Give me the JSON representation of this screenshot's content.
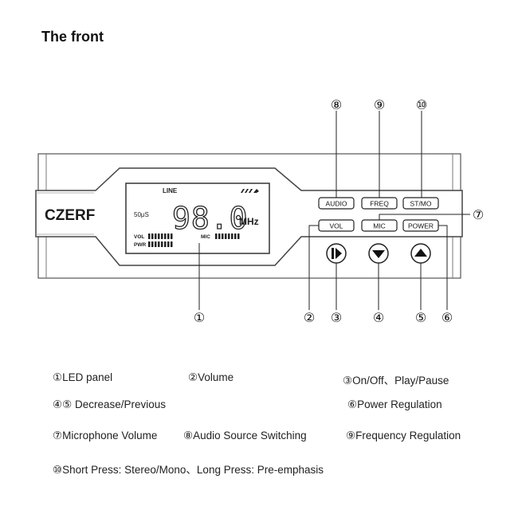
{
  "heading": "The front",
  "device": {
    "brand": "CZERF",
    "display": {
      "line_label": "LINE",
      "deemphasis_label": "50μS",
      "frequency": "98.0",
      "unit": "MHz",
      "vol_label": "VOL",
      "pwr_label": "PWR",
      "mic_label": "MIC"
    },
    "buttons": {
      "audio": "AUDIO",
      "freq": "FREQ",
      "stmo": "ST/MO",
      "vol": "VOL",
      "mic": "MIC",
      "power": "POWER"
    }
  },
  "callouts": [
    "①",
    "②",
    "③",
    "④",
    "⑤",
    "⑥",
    "⑦",
    "⑧",
    "⑨",
    "⑩"
  ],
  "legend": {
    "led_panel": "①LED panel",
    "volume": "②Volume",
    "onoff": "③On/Off、Play/Pause",
    "decrease": "④⑤  Decrease/Previous",
    "power_reg": "⑥Power Regulation",
    "mic_volume": "⑦Microphone Volume",
    "audio_source": "⑧Audio Source Switching",
    "freq_reg": "⑨Frequency Regulation",
    "stmo_press": "⑩Short Press: Stereo/Mono、Long Press: Pre-emphasis"
  }
}
